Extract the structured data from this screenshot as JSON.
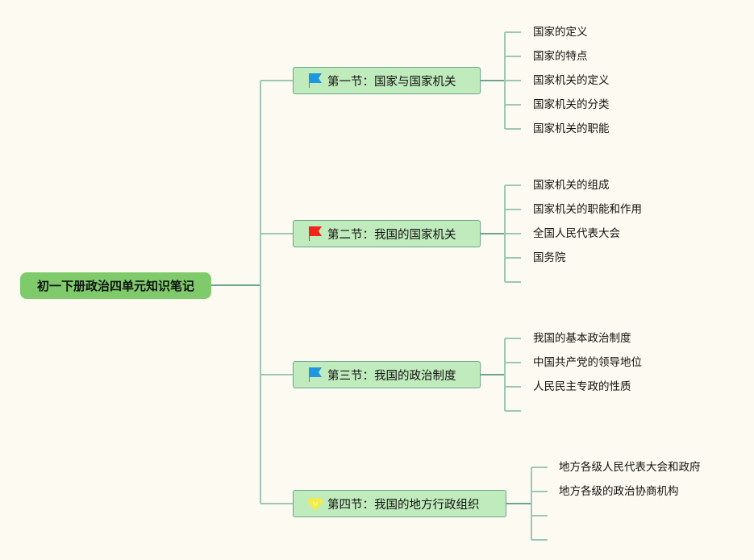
{
  "root": {
    "label": "初一下册政治四单元知识笔记"
  },
  "sections": [
    {
      "label": "第一节：国家与国家机关",
      "icon": "blue-flag-icon",
      "icon_color": "#1e96e0",
      "children": [
        "国家的定义",
        "国家的特点",
        "国家机关的定义",
        "国家机关的分类",
        "国家机关的职能"
      ]
    },
    {
      "label": "第二节：我国的国家机关",
      "icon": "red-flag-icon",
      "icon_color": "#f0241a",
      "children": [
        "国家机关的组成",
        "国家机关的职能和作用",
        "全国人民代表大会",
        "国务院",
        ""
      ]
    },
    {
      "label": "第三节：我国的政治制度",
      "icon": "blue-flag-icon",
      "icon_color": "#1e96e0",
      "children": [
        "我国的基本政治制度",
        "中国共产党的领导地位",
        "人民民主专政的性质",
        ""
      ]
    },
    {
      "label": "第四节：我国的地方行政组织",
      "icon": "gem-icon",
      "icon_color": "#f2ec4a",
      "children": [
        "地方各级人民代表大会和政府",
        "地方各级的政治协商机构",
        "",
        ""
      ]
    }
  ],
  "colors": {
    "background": "#fdfbf1",
    "root_fill": "#7fcb6c",
    "branch_fill": "#c0ebbc",
    "line": "#6aa58f"
  }
}
